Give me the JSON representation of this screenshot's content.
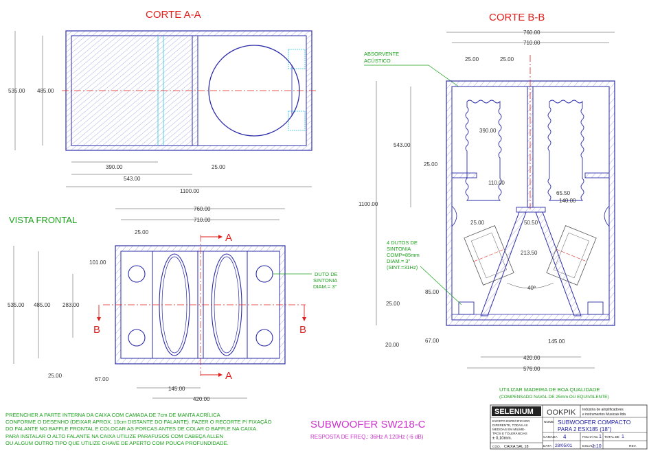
{
  "colors": {
    "wood": "#2b2ba8",
    "hatch": "#7a7ad8",
    "centerline": "#e0201c",
    "title_red": "#e0201c",
    "green": "#1aa01a",
    "duct_cyan": "#27c6d9",
    "magenta": "#cc33cc",
    "dim": "#444444"
  },
  "section_aa": {
    "title": "CORTE A-A",
    "dims": {
      "outer_height": "535.00",
      "inner_height": "485.00",
      "absorb_depth": "390.00",
      "panel_thickness": "25.00",
      "chamber_depth": "543.00",
      "total_length": "1100.00"
    }
  },
  "front_view": {
    "title": "VISTA FRONTAL",
    "dims": {
      "width_outer": "760.00",
      "width_inner": "710.00",
      "panel": "25.00",
      "port_offset": "101.00",
      "height_outer": "535.00",
      "height_inner": "485.00",
      "port_spacing": "283.00",
      "bottom_panel": "25.00",
      "port_edge": "67.00",
      "port_center": "145.00",
      "driver_span": "420.00"
    },
    "cut_labels": {
      "a_top": "A",
      "a_bottom": "A",
      "b_left": "B",
      "b_right": "B"
    },
    "port_note": [
      "DUTO DE",
      "SINTONIA",
      "DIAM.= 3\""
    ]
  },
  "section_bb": {
    "title": "CORTE B-B",
    "absorb_label": [
      "ABSORVENTE",
      "ACÚSTICO"
    ],
    "duct_note": [
      "4 DUTOS DE",
      "SINTONIA",
      "COMP=85mm",
      "DIAM.= 3\"",
      "(SINT.=31Hz)"
    ],
    "dims": {
      "width_outer": "760.00",
      "width_inner": "710.00",
      "left_panel": "25.00",
      "center_panel": "25.00",
      "total_height": "1100.00",
      "baffle_height": "543.00",
      "absorb_height": "390.00",
      "shelf_thickness": "25.00",
      "shelf_offset": "110.00",
      "driver_offset": "65.50",
      "driver_mount": "140.00",
      "brace_panel": "25.00",
      "brace_gap": "50.50",
      "baffle_slant": "213.50",
      "angle": "40º",
      "duct_length": "85.00",
      "base_panel": "25.00",
      "base_offset": "20.00",
      "duct_edge": "67.00",
      "duct_center": "145.00",
      "baffle_span": "420.00",
      "inner_width": "576.00"
    },
    "wood_note": [
      "UTILIZAR MADEIRA DE BOA QUALIDADE",
      "(COMPENSADO NAVAL DE 25mm OU EQUIVALENTE)"
    ]
  },
  "instructions": [
    "PREENCHER A PARTE INTERNA DA CAIXA COM CAMADA DE 7cm DE MANTA ACRÍLICA",
    "CONFORME O DESENHO (DEIXAR APROX. 10cm DISTANTE DO FALANTE). FAZER O RECORTE P/ FIXAÇÃO",
    "DO FALANTE NO BAFFLE FRONTAL E COLOCAR AS PORCAS ANTES DE COLAR O BAFFLE NA CAIXA.",
    "PARA INSTALAR O ALTO FALANTE NA CAIXA UTILIZE PARAFUSOS COM CABEÇA ALLEN",
    "OU ALGUM OUTRO TIPO QUE UTILIZE CHAVE DE APERTO COM POUCA PROFUNDIDADE."
  ],
  "product": {
    "name": "SUBWOOFER SW218-C",
    "response": "RESPOSTA DE FREQ.: 36Hz A 120Hz (-6 dB)"
  },
  "title_block": {
    "brand": "SELENIUM",
    "subbrand": "OOKPIK",
    "company": [
      "Indústria de amplificadores",
      "e instrumentos Musicais ltda"
    ],
    "notes": [
      "EXCETO ESPECIFICADO",
      "DIFERENTE, TODAS AS",
      "MEDIDAS EM MILÍME-",
      "TROS E TOLERÂNCIAS",
      "± 0,10mm."
    ],
    "nome_label": "NOME",
    "nome_value": [
      "SUBWOOFER COMPACTO",
      "PARA 2 ESX185 (18\")"
    ],
    "camada_label": "CAMADA",
    "camada_value": "4",
    "folha_label": "FOLHA No.",
    "folha_value": "1",
    "total_label": "TOTAL DE",
    "total_value": "1",
    "cod_label": "COD.",
    "cod_value": "CAIXA SAL 18",
    "data_label": "DATA",
    "data_value": "28/05/01",
    "escala_label": "ESCALA",
    "escala_value": "1:10",
    "rev_label": "REV."
  }
}
